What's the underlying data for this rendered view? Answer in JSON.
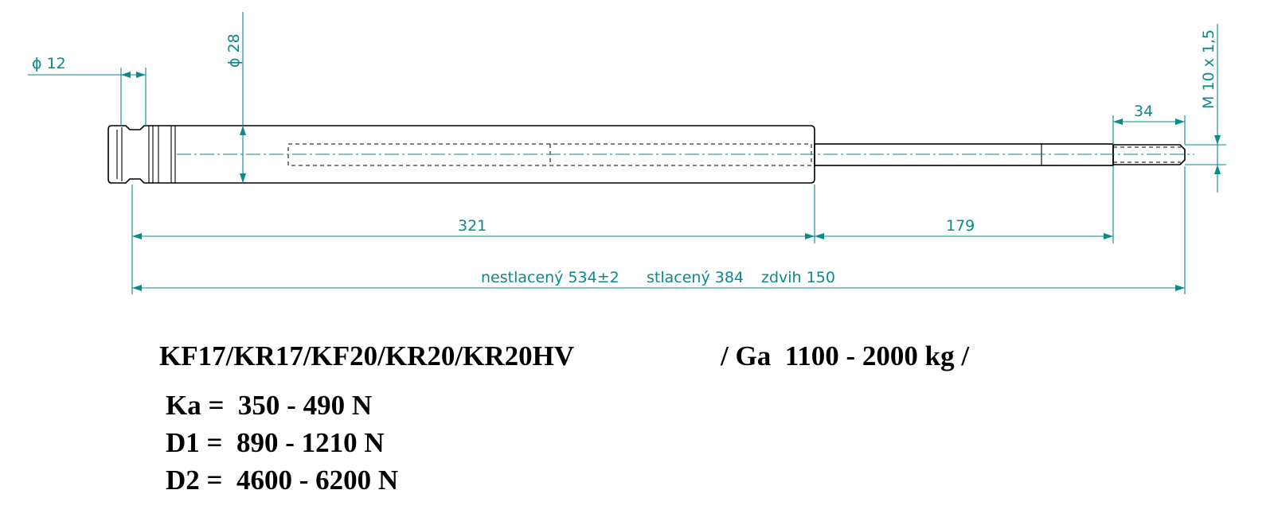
{
  "drawing": {
    "dimensions": {
      "end_diameter": "ϕ 12",
      "body_diameter": "ϕ 28",
      "thread_spec": "M 10 x 1,5",
      "thread_length": "34",
      "body_length": "321",
      "rod_length": "179",
      "uncompressed": "nestlacený 534±2",
      "compressed": "stlacený 384",
      "stroke": "zdvih 150"
    },
    "colors": {
      "dimension": "#0a8a8a",
      "outline": "#000000"
    }
  },
  "specs": {
    "models": "KF17/KR17/KF20/KR20/KR20HV",
    "ga": "/ Ga  1100 - 2000 kg /",
    "rows": [
      "Ka =  350 - 490 N",
      "D1 =  890 - 1210 N",
      "D2 =  4600 - 6200 N"
    ]
  }
}
